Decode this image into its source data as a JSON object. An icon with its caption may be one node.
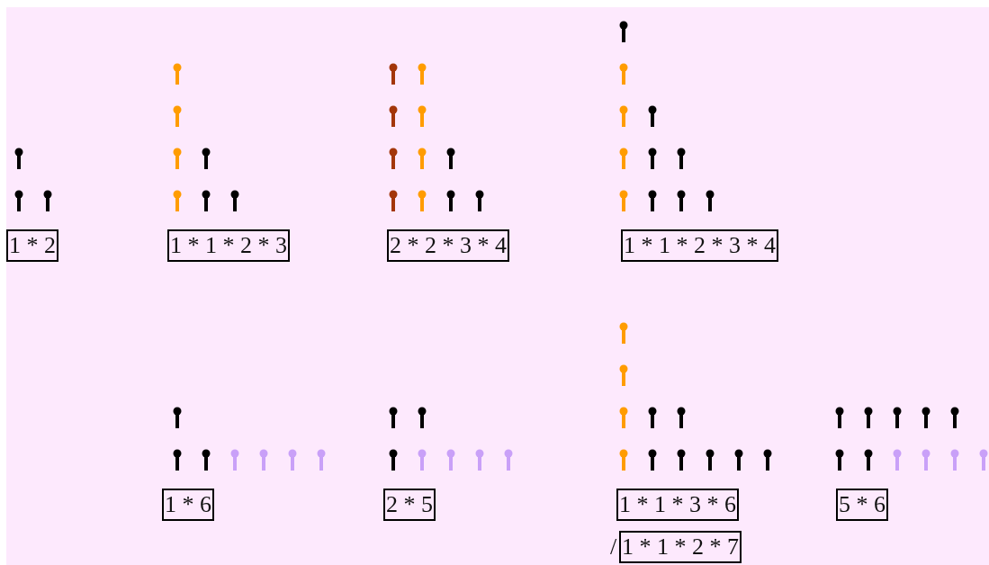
{
  "diagram": {
    "nodes": [
      {
        "text": [
          "1 * 2"
        ]
      },
      {
        "text": [
          "1 * 1 * 2 * 3"
        ]
      },
      {
        "text": [
          "2 * 2 * 3 * 4"
        ]
      },
      {
        "text": [
          "1 * 1 * 2 * 3 * 4"
        ]
      },
      {
        "text": [
          "1 * 6"
        ]
      },
      {
        "text": [
          "2 * 5"
        ]
      },
      {
        "text": [
          "1 * 1 * 3 * 6"
        ]
      },
      {
        "text": [
          "5 * 6"
        ]
      },
      {
        "text": [
          "1 * 1 * 2 * 7"
        ]
      }
    ],
    "labels": [
      "/"
    ]
  }
}
